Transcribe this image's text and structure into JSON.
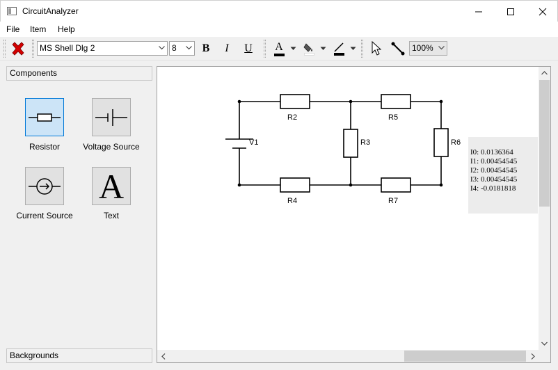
{
  "window": {
    "title": "CircuitAnalyzer"
  },
  "menu": [
    "File",
    "Item",
    "Help"
  ],
  "toolbar": {
    "font_family": "MS Shell Dlg 2",
    "font_size": "8",
    "bold_label": "B",
    "italic_label": "I",
    "underline_label": "U",
    "text_color_label": "A",
    "zoom": "100%",
    "colors": {
      "delete": "#d40000",
      "swatch": "#000000"
    }
  },
  "left_panel": {
    "components_header": "Components",
    "backgrounds_header": "Backgrounds",
    "items": [
      {
        "label": "Resistor",
        "icon": "resistor-icon",
        "selected": true
      },
      {
        "label": "Voltage Source",
        "icon": "voltage-source-icon",
        "selected": false
      },
      {
        "label": "Current Source",
        "icon": "current-source-icon",
        "selected": false
      },
      {
        "label": "Text",
        "icon": "text-icon",
        "glyph": "A",
        "selected": false
      }
    ]
  },
  "circuit": {
    "labels": {
      "v1": "V1",
      "r2": "R2",
      "r3": "R3",
      "r4": "R4",
      "r5": "R5",
      "r6": "R6",
      "r7": "R7"
    }
  },
  "results": [
    "I0: 0.0136364",
    "I1: 0.00454545",
    "I2: 0.00454545",
    "I3: 0.00454545",
    "I4: -0.0181818"
  ]
}
